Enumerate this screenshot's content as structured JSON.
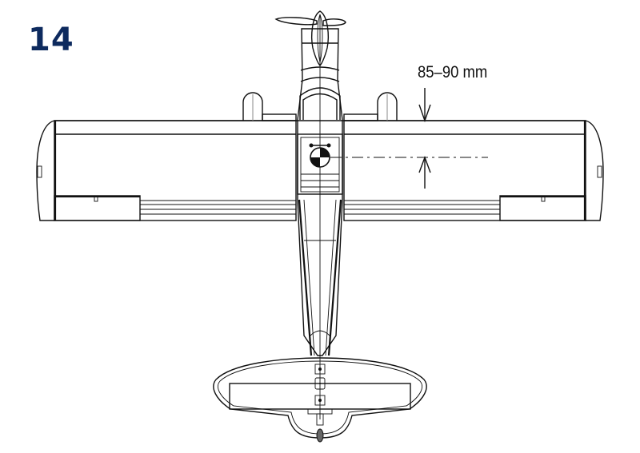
{
  "step": {
    "number": "14"
  },
  "diagram": {
    "subject": "RC airplane top view – center of gravity check",
    "cg_dimension_label": "85–90 mm",
    "cg_marker_icon": "center-of-gravity-symbol",
    "measurement_reference": "from wing leading edge to CG line",
    "colors": {
      "step_number": "#0d2a5e",
      "line_art": "#111111",
      "background": "#ffffff"
    }
  }
}
